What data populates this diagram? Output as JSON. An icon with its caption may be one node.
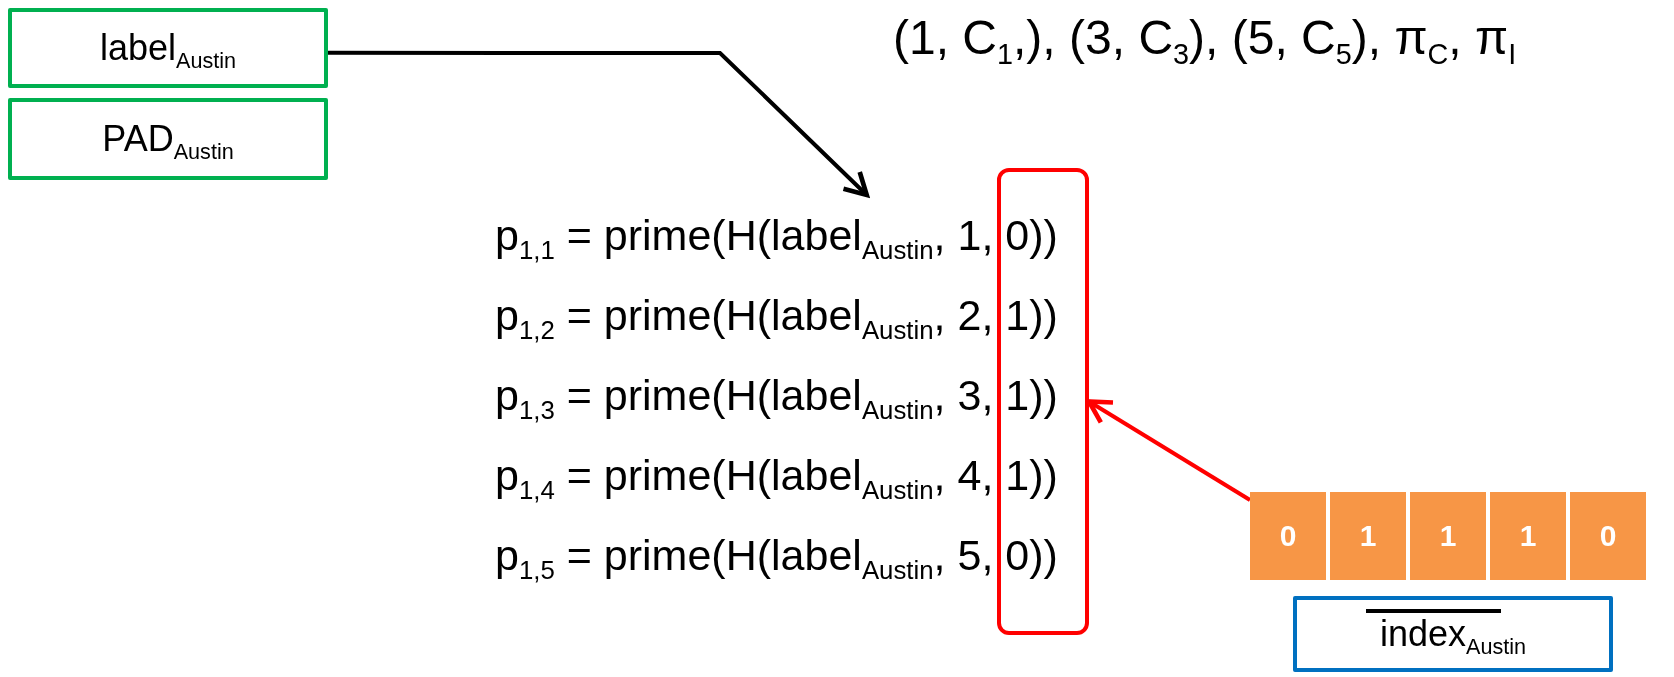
{
  "diagram": {
    "nodes": [
      {
        "text": [
          "label$_{Austin}$"
        ]
      },
      {
        "text": [
          "PAD$_{Austin}$"
        ]
      },
      {
        "text": [
          "p$_{1,1}$ = prime(H(label$_{Austin}$, 1, 0))",
          "p$_{1,2}$ = prime(H(label$_{Austin}$, 2, 1))",
          "p$_{1,3}$ = prime(H(label$_{Austin}$, 3, 1))",
          "p$_{1,4}$ = prime(H(label$_{Austin}$, 4, 1))",
          "p$_{1,5}$ = prime(H(label$_{Austin}$, 5, 0))"
        ]
      },
      {
        "text": [],
        "shape": "box"
      },
      {
        "text": [],
        "shape": "bar"
      },
      {
        "text": [
          "0"
        ],
        "in": 4
      },
      {
        "text": [
          "1"
        ],
        "in": 4
      },
      {
        "text": [
          "1"
        ],
        "in": 4
      },
      {
        "text": [
          "1"
        ],
        "in": 4
      },
      {
        "text": [
          "0"
        ],
        "in": 4
      },
      {
        "text": [
          "index$_{Austin}$"
        ]
      }
    ],
    "edges": [
      {
        "from": 0,
        "to": 2,
        "arrow": "to"
      },
      {
        "from": 4,
        "to": 3,
        "arrow": "to",
        "color": "#ff0000"
      }
    ],
    "labels": [
      "(1, C$_{1}$,), (3, C$_{3}$), (5, C$_{5}$), π$_{C}$, π$_{I}$"
    ]
  }
}
